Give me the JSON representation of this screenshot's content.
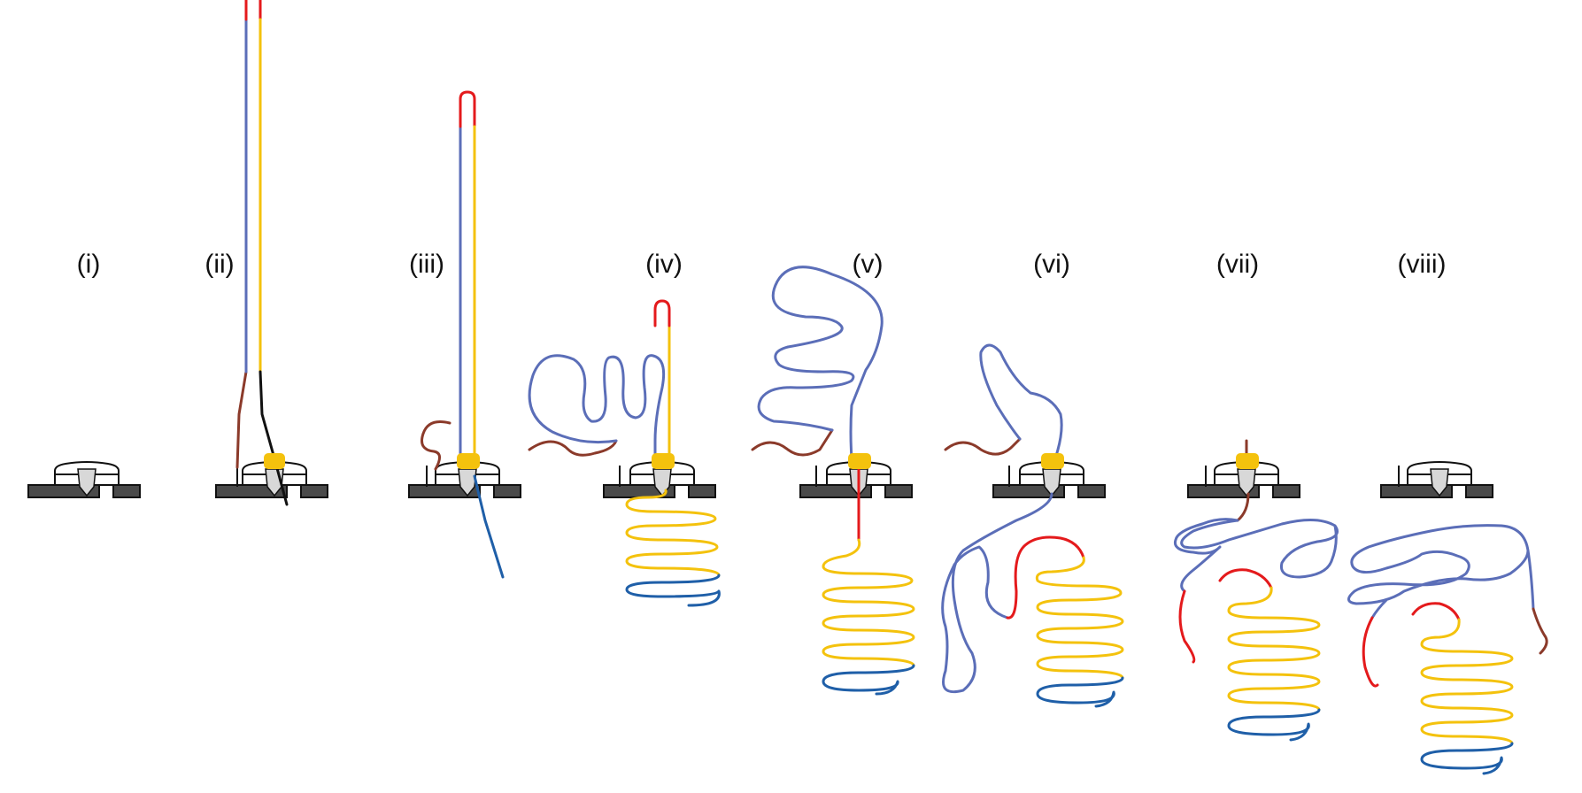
{
  "panels": [
    {
      "label": "(i)"
    },
    {
      "label": "(ii)"
    },
    {
      "label": "(iii)"
    },
    {
      "label": "(iv)"
    },
    {
      "label": "(v)"
    },
    {
      "label": "(vi)"
    },
    {
      "label": "(vii)"
    },
    {
      "label": "(viii)"
    }
  ],
  "colors": {
    "blue": "#5b6eb8",
    "yellow": "#f4c20d",
    "red": "#e41a1c",
    "brown": "#8b3a2a",
    "darkblue": "#1f5fa8",
    "black": "#111111",
    "motor": "#f4c20d",
    "slab": "#4a4a4a"
  }
}
